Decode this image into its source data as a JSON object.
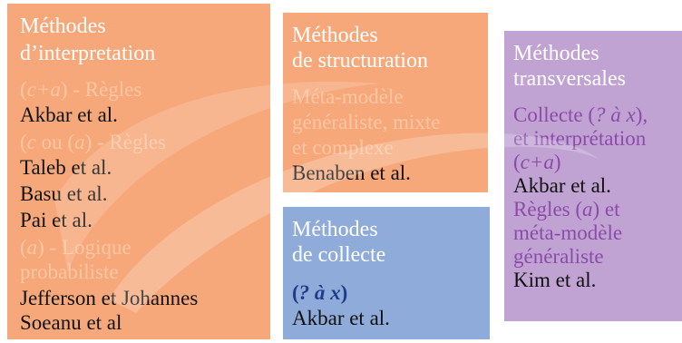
{
  "colors": {
    "orange_box": "#f6a87a",
    "blue_box": "#8fabda",
    "purple_box": "#c1a3d3",
    "faint_orange_text": "#fcc6a3",
    "purple_text": "#8b4ba8"
  },
  "interpretation": {
    "title_line1": "Méthodes",
    "title_line2": "d’interpretation",
    "rule1_italic": "c+a",
    "rule1_suffix": " - Règles",
    "ref1": "Akbar et al.",
    "rule2_a": "c",
    "rule2_mid": " ou (",
    "rule2_b": "a",
    "rule2_suffix": " - Règles",
    "ref2": "Taleb et al.",
    "ref3": "Basu et al.",
    "ref4": "Pai et al.",
    "rule3_italic": "a",
    "rule3_suffix": " - Logique",
    "rule3_line2": "probabiliste",
    "ref5": "Jefferson et Johannes",
    "ref6": "Soeanu et al"
  },
  "structuration": {
    "title_line1": "Méthodes",
    "title_line2": "de structuration",
    "desc_line1": "Méta-modèle",
    "desc_line2": "généraliste, mixte",
    "desc_line3": "et complexe",
    "ref1": "Benaben et al."
  },
  "collecte": {
    "title_line1": "Méthodes",
    "title_line2": "de collecte",
    "rule_italic": "? à x",
    "ref1": "Akbar et al."
  },
  "transversales": {
    "title_line1": "Méthodes",
    "title_line2": "transversales",
    "desc1_prefix": "Collecte (",
    "desc1_italic": "? à x",
    "desc1_suffix": "),",
    "desc1_line2": "et interprétation",
    "desc1_line3_italic": "c+a",
    "ref1": "Akbar et al.",
    "desc2_prefix": "Règles (",
    "desc2_italic": "a",
    "desc2_suffix": ") et",
    "desc2_line2": "méta-modèle",
    "desc2_line3": "généraliste",
    "ref2": "Kim et al."
  }
}
